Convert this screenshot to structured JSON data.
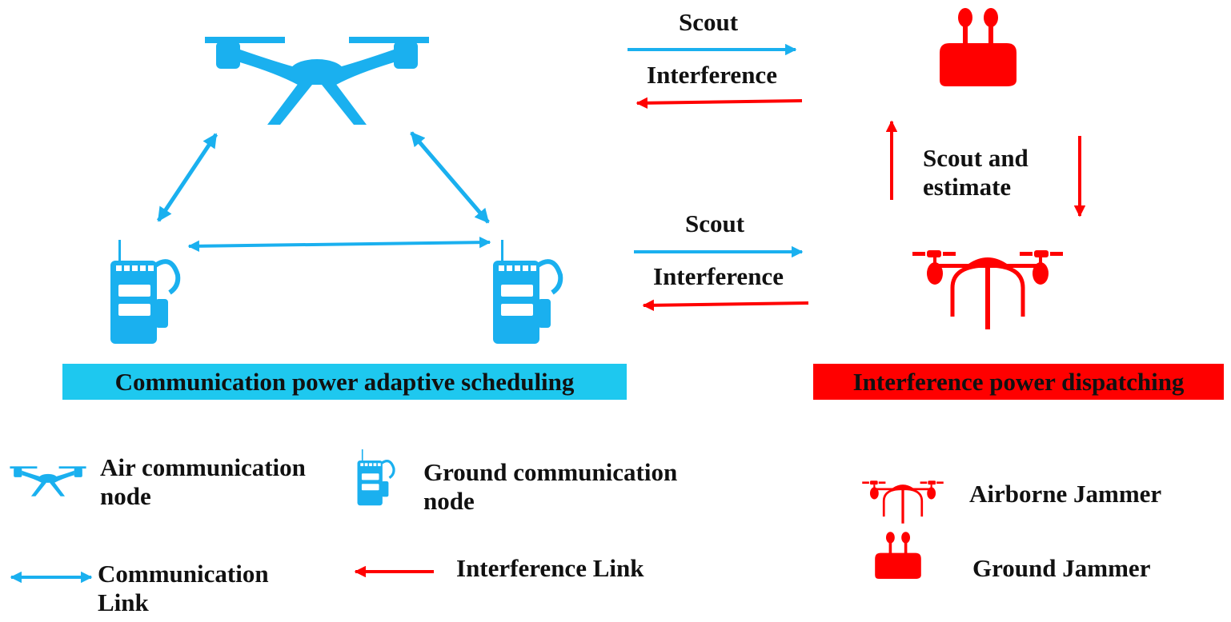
{
  "links": {
    "scout_top": "Scout",
    "interference_top": "Interference",
    "scout_mid": "Scout",
    "interference_mid": "Interference",
    "scout_estimate_line1": "Scout and",
    "scout_estimate_line2": "estimate"
  },
  "banners": {
    "communication": "Communication power adaptive scheduling",
    "interference": "Interference power  dispatching"
  },
  "legend": {
    "air_node_line1": "Air communication",
    "air_node_line2": "node",
    "ground_node_line1": "Ground communication",
    "ground_node_line2": "node",
    "airborne_jammer": "Airborne Jammer",
    "ground_jammer": "Ground  Jammer",
    "comm_link_line1": "Communication",
    "comm_link_line2": "Link",
    "interference_link": "Interference Link"
  },
  "colors": {
    "communication": "#1ab0ef",
    "communication_banner": "#1ec8ef",
    "interference": "#ff0000"
  },
  "icons": [
    "drone-icon",
    "radio-icon",
    "jammer-drone-icon",
    "ground-jammer-icon"
  ]
}
